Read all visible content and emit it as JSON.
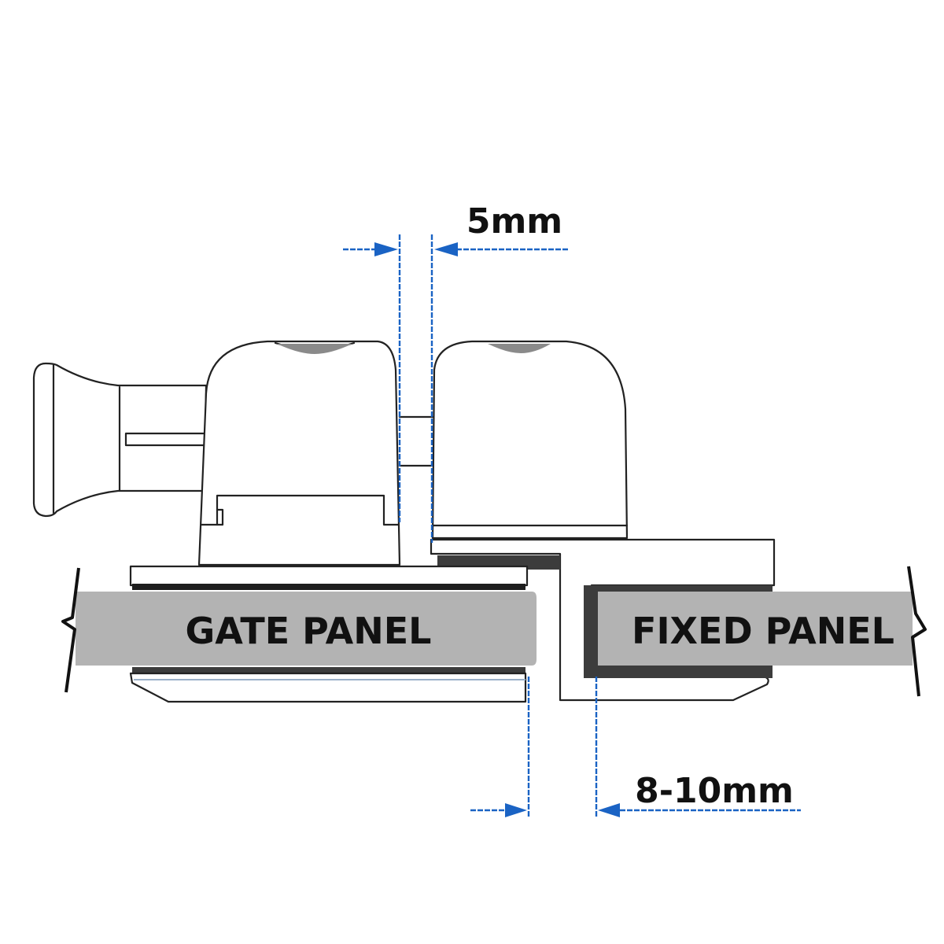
{
  "diagram": {
    "type": "gate latch installation cross-section",
    "labels": {
      "gate_panel": "GATE PANEL",
      "fixed_panel": "FIXED PANEL"
    },
    "dimensions": {
      "top_gap": "5mm",
      "bottom_gap": "8-10mm"
    },
    "colors": {
      "background": "#ffffff",
      "panel_fill": "#b3b3b3",
      "gasket_fill": "#3c3c3c",
      "dimension_line": "#1a63c4",
      "outline": "#222222"
    },
    "components": [
      {
        "name": "latch-knob",
        "side": "gate"
      },
      {
        "name": "latch-body",
        "side": "gate"
      },
      {
        "name": "keeper-body",
        "side": "fixed"
      },
      {
        "name": "gate-clamp-plate",
        "side": "gate"
      },
      {
        "name": "fixed-clamp-plate",
        "side": "fixed"
      }
    ]
  }
}
